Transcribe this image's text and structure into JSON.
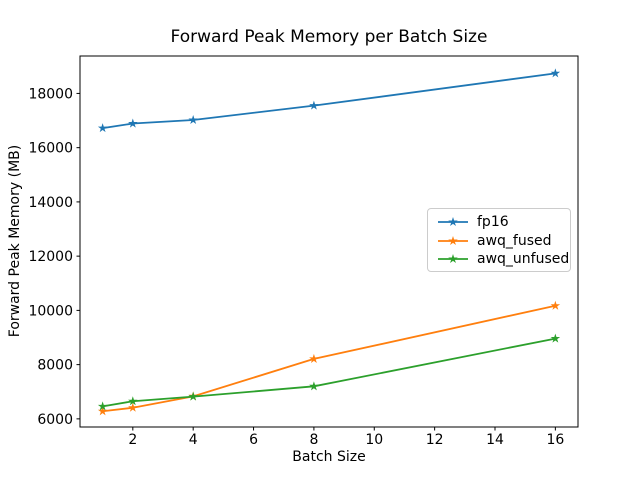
{
  "figure": {
    "title": "Forward Peak Memory per Batch Size",
    "background_color": "#ffffff",
    "text_color": "#000000",
    "axes_edge_color": "#000000",
    "legend_border_color": "#cccccc"
  },
  "chart_data": {
    "type": "line",
    "title": "Forward Peak Memory per Batch Size",
    "xlabel": "Batch Size",
    "ylabel": "Forward Peak Memory (MB)",
    "x": [
      1,
      2,
      4,
      8,
      16
    ],
    "series": [
      {
        "name": "fp16",
        "color": "#1f77b4",
        "values": [
          16720,
          16890,
          17020,
          17550,
          18740
        ]
      },
      {
        "name": "awq_fused",
        "color": "#ff7f0e",
        "values": [
          6280,
          6410,
          6830,
          8210,
          10170
        ]
      },
      {
        "name": "awq_unfused",
        "color": "#2ca02c",
        "values": [
          6460,
          6650,
          6820,
          7200,
          8960
        ]
      }
    ],
    "marker": "star",
    "xticks": [
      2,
      4,
      6,
      8,
      10,
      12,
      14,
      16
    ],
    "yticks": [
      6000,
      8000,
      10000,
      12000,
      14000,
      16000,
      18000
    ],
    "xlim": [
      0.25,
      16.75
    ],
    "ylim": [
      5700,
      19380
    ],
    "grid": false,
    "legend_position": "center-right"
  }
}
